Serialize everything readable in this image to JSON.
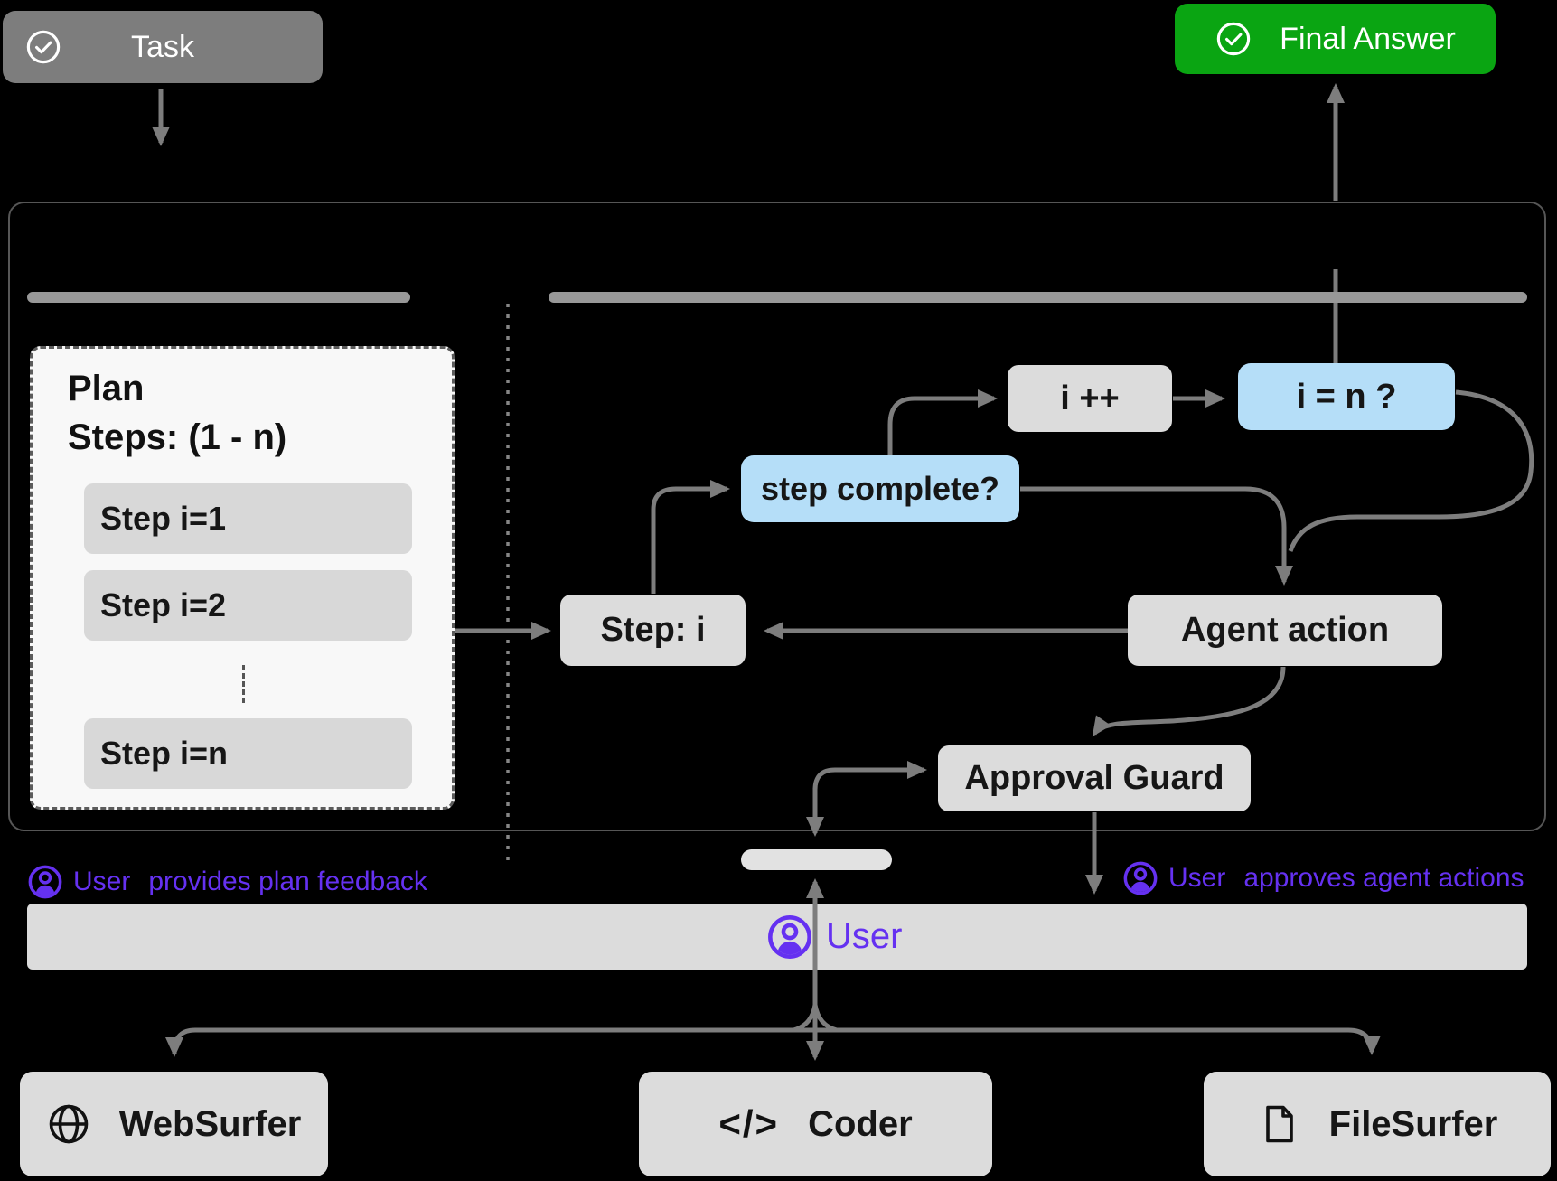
{
  "colors": {
    "background": "#000000",
    "task_gray": "#7d7d7d",
    "final_green": "#0aa512",
    "node_gray": "#dcdcdc",
    "node_blue": "#b5def8",
    "line_gray": "#7d7d7d",
    "section_bar_gray": "#989898",
    "plan_bg": "#f8f8f8",
    "user_purple": "#6531f1"
  },
  "task": {
    "label": "Task",
    "icon": "check-circle-icon"
  },
  "final_answer": {
    "label": "Final Answer",
    "icon": "check-circle-icon"
  },
  "plan": {
    "title": "Plan",
    "subtitle": "Steps: (1 - n)",
    "steps": [
      "Step i=1",
      "Step i=2",
      "Step i=n"
    ]
  },
  "loop": {
    "step_i": "Step: i",
    "step_complete": "step complete?",
    "increment": "i ++",
    "condition": "i = n ?",
    "agent_action": "Agent action",
    "approval_guard": "Approval Guard"
  },
  "user": {
    "label": "User",
    "icon": "user-circle-icon"
  },
  "captions": {
    "left": {
      "user": "User",
      "text": "provides plan feedback",
      "icon": "user-circle-icon"
    },
    "right": {
      "user": "User",
      "text": "approves agent actions",
      "icon": "user-circle-icon"
    }
  },
  "agents": [
    {
      "name": "WebSurfer",
      "icon": "globe-icon"
    },
    {
      "name": "Coder",
      "icon": "code-icon"
    },
    {
      "name": "FileSurfer",
      "icon": "file-icon"
    }
  ]
}
